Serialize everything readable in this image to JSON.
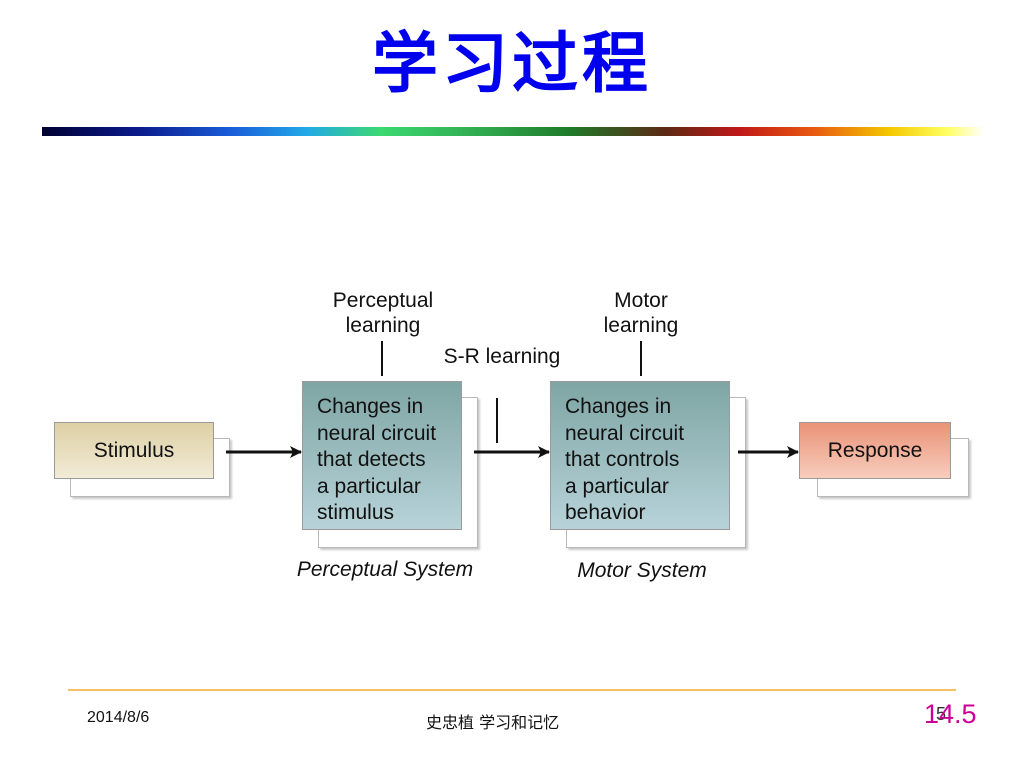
{
  "slide": {
    "title": "学习过程"
  },
  "diagram": {
    "stimulus": "Stimulus",
    "response": "Response",
    "perceptual_box": [
      "Changes in",
      "neural circuit",
      "that detects",
      "a particular",
      "stimulus"
    ],
    "motor_box": [
      "Changes in",
      "neural circuit",
      "that controls",
      "a particular",
      "behavior"
    ],
    "perceptual_learning": [
      "Perceptual",
      "learning"
    ],
    "motor_learning": [
      "Motor",
      "learning"
    ],
    "sr_learning": "S-R learning",
    "perceptual_system": "Perceptual System",
    "motor_system": "Motor System"
  },
  "footer": {
    "date": "2014/8/6",
    "center": "史忠植  学习和记忆",
    "figure_number": "14.5",
    "page_number": "5"
  }
}
